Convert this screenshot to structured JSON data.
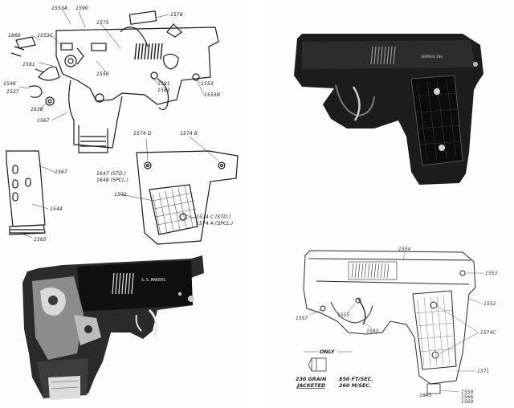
{
  "left_page": {
    "labels": {
      "l1553a": "1553A",
      "l1590": "1590",
      "l1578": "1578",
      "l1860": "1860",
      "l1553c": "1553C",
      "l1575": "1575",
      "l1561": "1561",
      "l1556": "1556",
      "l1591": "1591",
      "l1582": "1582",
      "l1553": "1553",
      "l1553b": "1553B",
      "l1546": "1546",
      "l1537": "1537",
      "l1638": "1638",
      "l1567": "1567",
      "l1574d": "1574 D",
      "l1574b": "1574 B",
      "l1567b": "1567",
      "l1647": "1647 (STD.)",
      "l1648": "1648 (SPCL.)",
      "l1592": "1592",
      "l1544": "1544",
      "l1574c": "1574 C (STD.)",
      "l1574a": "1574 A (SPCL.)",
      "l1565": "1565"
    },
    "photo_slide_text": "S.S.MAKERS"
  },
  "right_page": {
    "labels": {
      "r1554": "1554",
      "r1553": "1553",
      "r1552": "1552",
      "r1557": "1557",
      "r1555": "1555",
      "r1593": "1593",
      "r1574c": "1574C",
      "r1571": "1571",
      "r1643": "1643",
      "r1559": "1559",
      "r1566": "1566",
      "r1569": "1569"
    },
    "only_label": "ONLY",
    "caption_left_1": "230 GRAIN",
    "caption_left_2": "JACKETED",
    "caption_right_1": "850 FT/SEC.",
    "caption_right_2": "260 M/SEC.",
    "photo_slide_text": "SEMMERLING"
  }
}
